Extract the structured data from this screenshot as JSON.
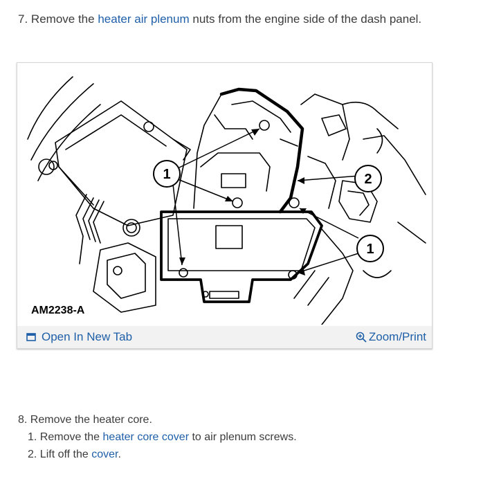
{
  "step7": {
    "number": "7.",
    "before": "Remove the",
    "link": "heater air plenum",
    "after": "nuts from the engine side of the dash panel."
  },
  "figure": {
    "code": "AM2238-A",
    "callout_1": "1",
    "callout_2": "2",
    "open_tab_label": "Open In New Tab",
    "zoom_label": "Zoom/Print",
    "accent": "#1f5fa8"
  },
  "step8": {
    "number": "8.",
    "text": "Remove the heater core.",
    "substeps": [
      {
        "number": "1.",
        "before": "Remove the",
        "link": "heater core cover",
        "after": "to air plenum screws."
      },
      {
        "number": "2.",
        "before": "Lift off the",
        "link": "cover",
        "after": "."
      }
    ]
  }
}
